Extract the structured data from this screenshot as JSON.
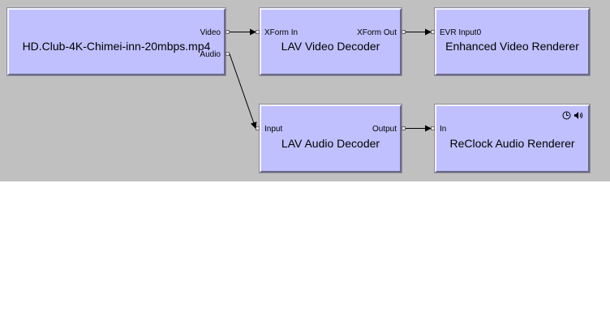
{
  "filters": {
    "source": {
      "name": "HD.Club-4K-Chimei-inn-20mbps.mp4",
      "out_pins": [
        "Video",
        "Audio"
      ]
    },
    "video_decoder": {
      "name": "LAV Video Decoder",
      "in_pin": "XForm In",
      "out_pin": "XForm Out"
    },
    "video_renderer": {
      "name": "Enhanced Video Renderer",
      "in_pin": "EVR Input0"
    },
    "audio_decoder": {
      "name": "LAV Audio Decoder",
      "in_pin": "Input",
      "out_pin": "Output"
    },
    "audio_renderer": {
      "name": "ReClock Audio Renderer",
      "in_pin": "In",
      "badges": [
        "clock-icon",
        "speaker-icon"
      ]
    }
  },
  "connections": [
    {
      "from": "Video",
      "to": "XForm In"
    },
    {
      "from": "XForm Out",
      "to": "EVR Input0"
    },
    {
      "from": "Audio",
      "to": "Input"
    },
    {
      "from": "Output",
      "to": "In"
    }
  ],
  "colors": {
    "canvas": "#c0c0c0",
    "filter_fill": "#c0c0ff",
    "wire": "#000000"
  }
}
